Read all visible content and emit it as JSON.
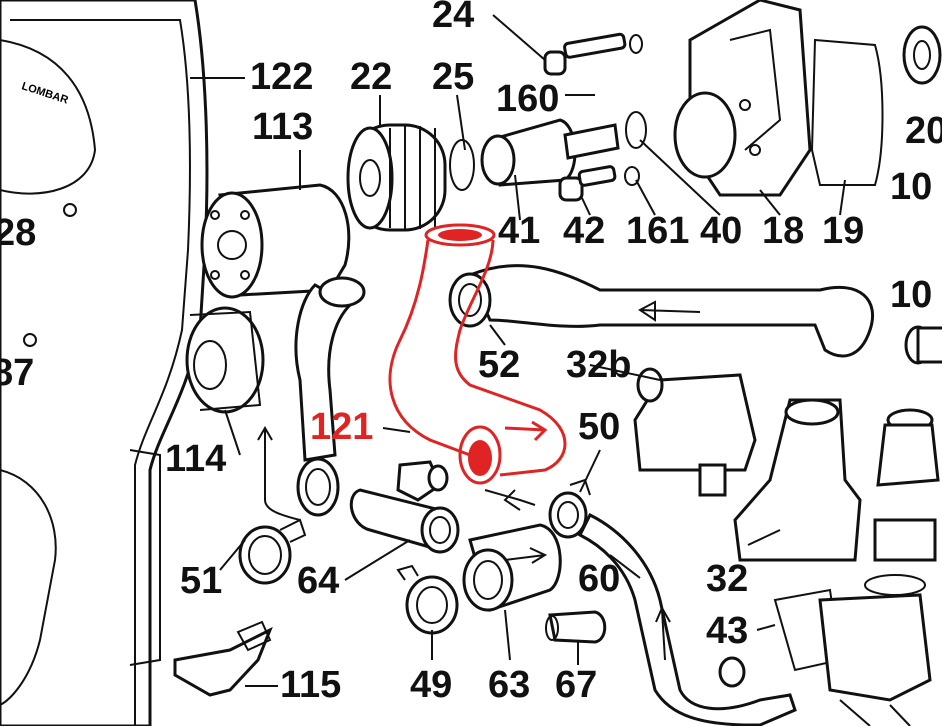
{
  "highlight_color": "#e02424",
  "labels": {
    "p24": "24",
    "p122": "122",
    "p22": "22",
    "p25": "25",
    "p160": "160",
    "p20": "20",
    "p113": "113",
    "p41": "41",
    "p42": "42",
    "p161": "161",
    "p40": "40",
    "p18": "18",
    "p19": "19",
    "p10a": "10",
    "p28": "28",
    "p10b": "10",
    "p52": "52",
    "p32b": "32b",
    "p87": "87",
    "p121": "121",
    "p50": "50",
    "p114": "114",
    "p51": "51",
    "p64": "64",
    "p60": "60",
    "p32": "32",
    "p43": "43",
    "p115": "115",
    "p49": "49",
    "p63": "63",
    "p67": "67"
  },
  "logo_text": "LOMBAR"
}
